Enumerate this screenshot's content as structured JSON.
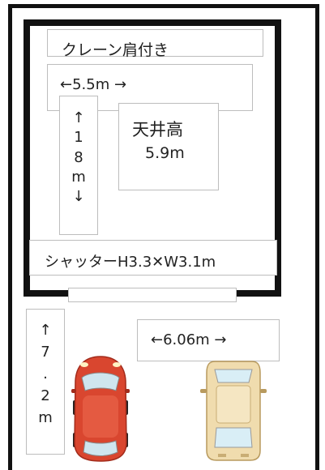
{
  "crane_label": "クレーン肩付き",
  "width_label": "←5.5m →",
  "depth_label": [
    "↑",
    "1",
    "8",
    "m",
    "↓"
  ],
  "ceiling_title": "天井高",
  "ceiling_value": "5.9m",
  "shutter_label": "シャッターH3.3✕W3.1m",
  "parking_width_label": "←6.06m →",
  "parking_depth_label": [
    "↑",
    "7",
    ".",
    "2",
    "m"
  ],
  "colors": {
    "car_red": "#d9462f",
    "car_cream": "#f0dcae",
    "line": "#111111",
    "box_border": "#bdbdbd"
  }
}
